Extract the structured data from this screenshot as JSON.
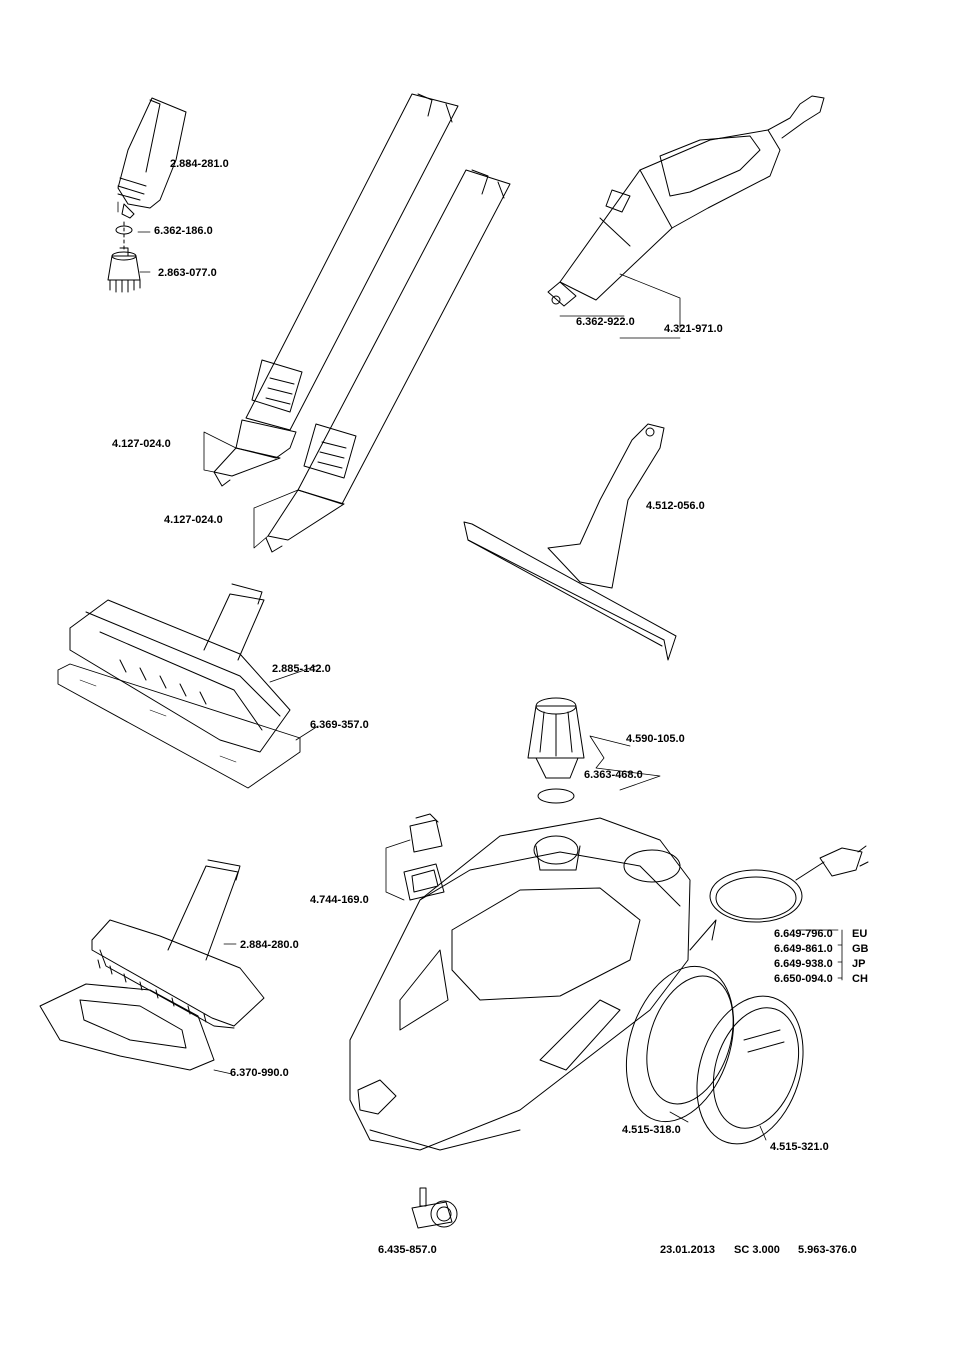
{
  "parts": {
    "p1": "2.884-281.0",
    "p2": "6.362-186.0",
    "p3": "2.863-077.0",
    "p4": "6.362-922.0",
    "p5": "4.321-971.0",
    "p6": "4.127-024.0",
    "p7": "4.127-024.0",
    "p8": "4.512-056.0",
    "p9": "2.885-142.0",
    "p10": "6.369-357.0",
    "p11": "4.590-105.0",
    "p12": "6.363-468.0",
    "p13": "4.744-169.0",
    "p14": "2.884-280.0",
    "p15": "6.649-796.0",
    "p16": "6.649-861.0",
    "p17": "6.649-938.0",
    "p18": "6.650-094.0",
    "p19": "6.370-990.0",
    "p20": "4.515-318.0",
    "p21": "4.515-321.0",
    "p22": "6.435-857.0"
  },
  "country_codes": {
    "eu": "EU",
    "gb": "GB",
    "jp": "JP",
    "ch": "CH"
  },
  "footer": {
    "date": "23.01.2013",
    "model": "SC 3.000",
    "doc_number": "5.963-376.0"
  }
}
